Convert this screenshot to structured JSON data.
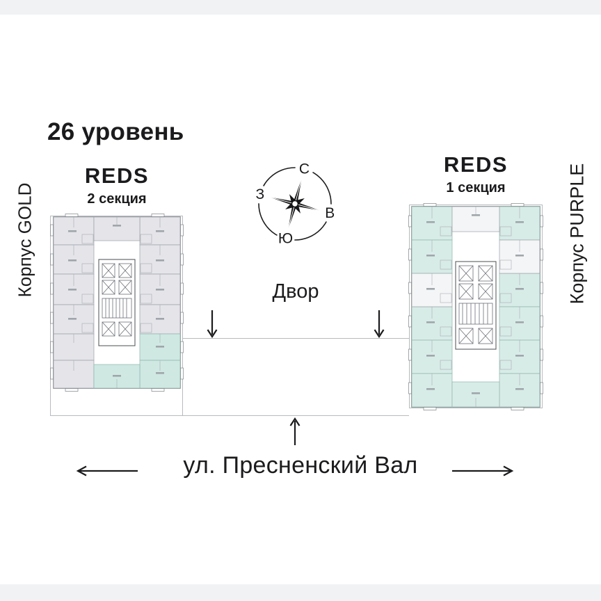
{
  "title": "26 уровень",
  "buildings": {
    "left": {
      "brand": "REDS",
      "section": "2 секция",
      "wing": "Корпус GOLD"
    },
    "right": {
      "brand": "REDS",
      "section": "1 секция",
      "wing": "Корпус PURPLE"
    }
  },
  "compass": {
    "north": "С",
    "east": "В",
    "south": "Ю",
    "west": "З"
  },
  "labels": {
    "courtyard": "Двор",
    "street": "ул. Пресненский Вал"
  },
  "colors": {
    "gold_units": "#e4e4e9",
    "purple_units": "#d8ece7",
    "teal_accent": "#cfe8e2",
    "plot_line": "#b7babd",
    "ink": "#1b1b1d"
  }
}
